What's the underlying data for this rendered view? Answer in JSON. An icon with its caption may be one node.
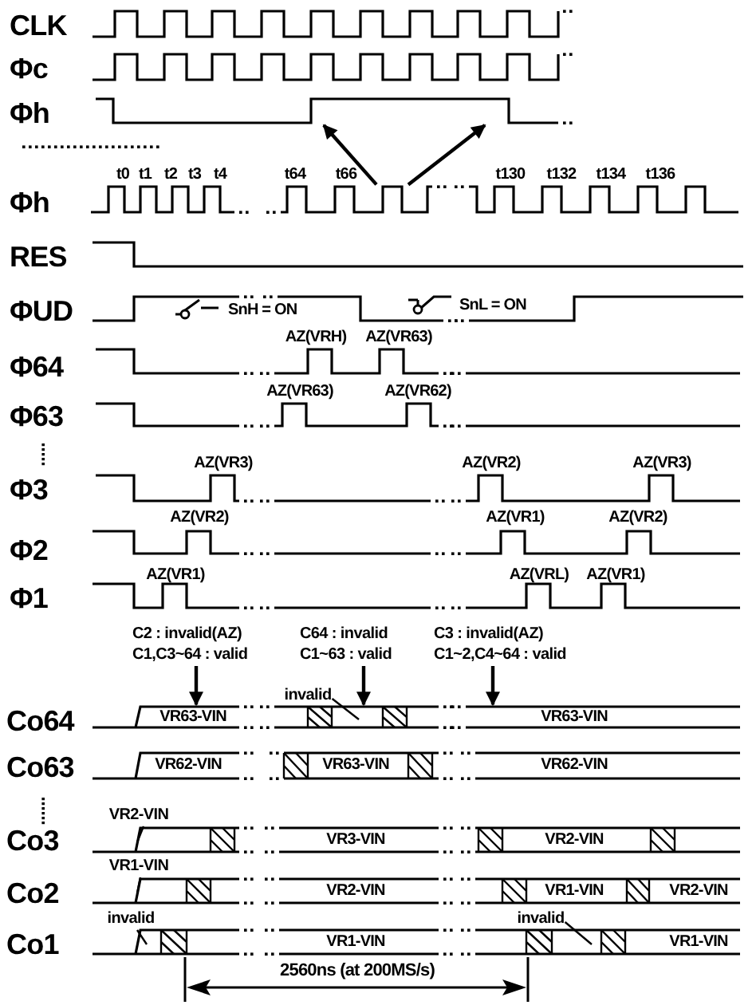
{
  "diagram": {
    "nodes": [
      {
        "text": [],
        "shape": "waveform"
      },
      {
        "text": [],
        "shape": "waveform"
      },
      {
        "text": [
          "C2 : invalid(AZ)",
          "C1,C3~64 : valid"
        ]
      },
      {
        "text": [
          "C64 : invalid",
          "C1~63 : valid"
        ]
      },
      {
        "text": [
          "C3 : invalid(AZ)",
          "C1~2,C4~64 : valid"
        ]
      },
      {
        "text": [],
        "shape": "waveform"
      },
      {
        "text": [
          "invalid"
        ]
      },
      {
        "text": [
          "VR2-VIN"
        ]
      },
      {
        "text": [
          "VR1-VIN"
        ]
      },
      {
        "text": [
          "invalid"
        ]
      },
      {
        "text": [
          "invalid"
        ]
      },
      {
        "text": [],
        "shape": "waveform"
      },
      {
        "text": [],
        "shape": "waveform"
      },
      {
        "text": [],
        "shape": "waveform"
      }
    ],
    "edges": [
      {
        "from": 1,
        "to": 0,
        "arrow": "to"
      },
      {
        "from": 1,
        "to": 0,
        "arrow": "to"
      },
      {
        "from": 2,
        "to": 5,
        "arrow": "to"
      },
      {
        "from": 3,
        "to": 5,
        "arrow": "to"
      },
      {
        "from": 4,
        "to": 5,
        "arrow": "to"
      },
      {
        "from": 6,
        "to": 5,
        "arrow": "none"
      },
      {
        "from": 7,
        "to": 11,
        "arrow": "none"
      },
      {
        "from": 8,
        "to": 12,
        "arrow": "none"
      },
      {
        "from": 9,
        "to": 13,
        "arrow": "none"
      },
      {
        "from": 10,
        "to": 13,
        "arrow": "none"
      }
    ],
    "labels": [
      "CLK",
      "Φc",
      "Φh",
      "t0",
      "t1",
      "t2",
      "t3",
      "t4",
      "t64",
      "t66",
      "t130",
      "t132",
      "t134",
      "t136",
      "Φh",
      "RES",
      "ΦUD",
      "SnH = ON",
      "SnL = ON",
      "Φ64",
      "AZ(VRH)",
      "AZ(VR63)",
      "Φ63",
      "AZ(VR63)",
      "AZ(VR62)",
      "Φ3",
      "AZ(VR3)",
      "AZ(VR2)",
      "AZ(VR3)",
      "Φ2",
      "AZ(VR2)",
      "AZ(VR1)",
      "AZ(VR2)",
      "Φ1",
      "AZ(VR1)",
      "AZ(VRL)",
      "AZ(VR1)",
      "Co64",
      "VR63-VIN",
      "VR63-VIN",
      "Co63",
      "VR62-VIN",
      "VR63-VIN",
      "VR62-VIN",
      "Co3",
      "VR3-VIN",
      "VR2-VIN",
      "Co2",
      "VR2-VIN",
      "VR1-VIN",
      "VR2-VIN",
      "Co1",
      "VR1-VIN",
      "VR1-VIN",
      "2560ns (at 200MS/s)"
    ]
  }
}
